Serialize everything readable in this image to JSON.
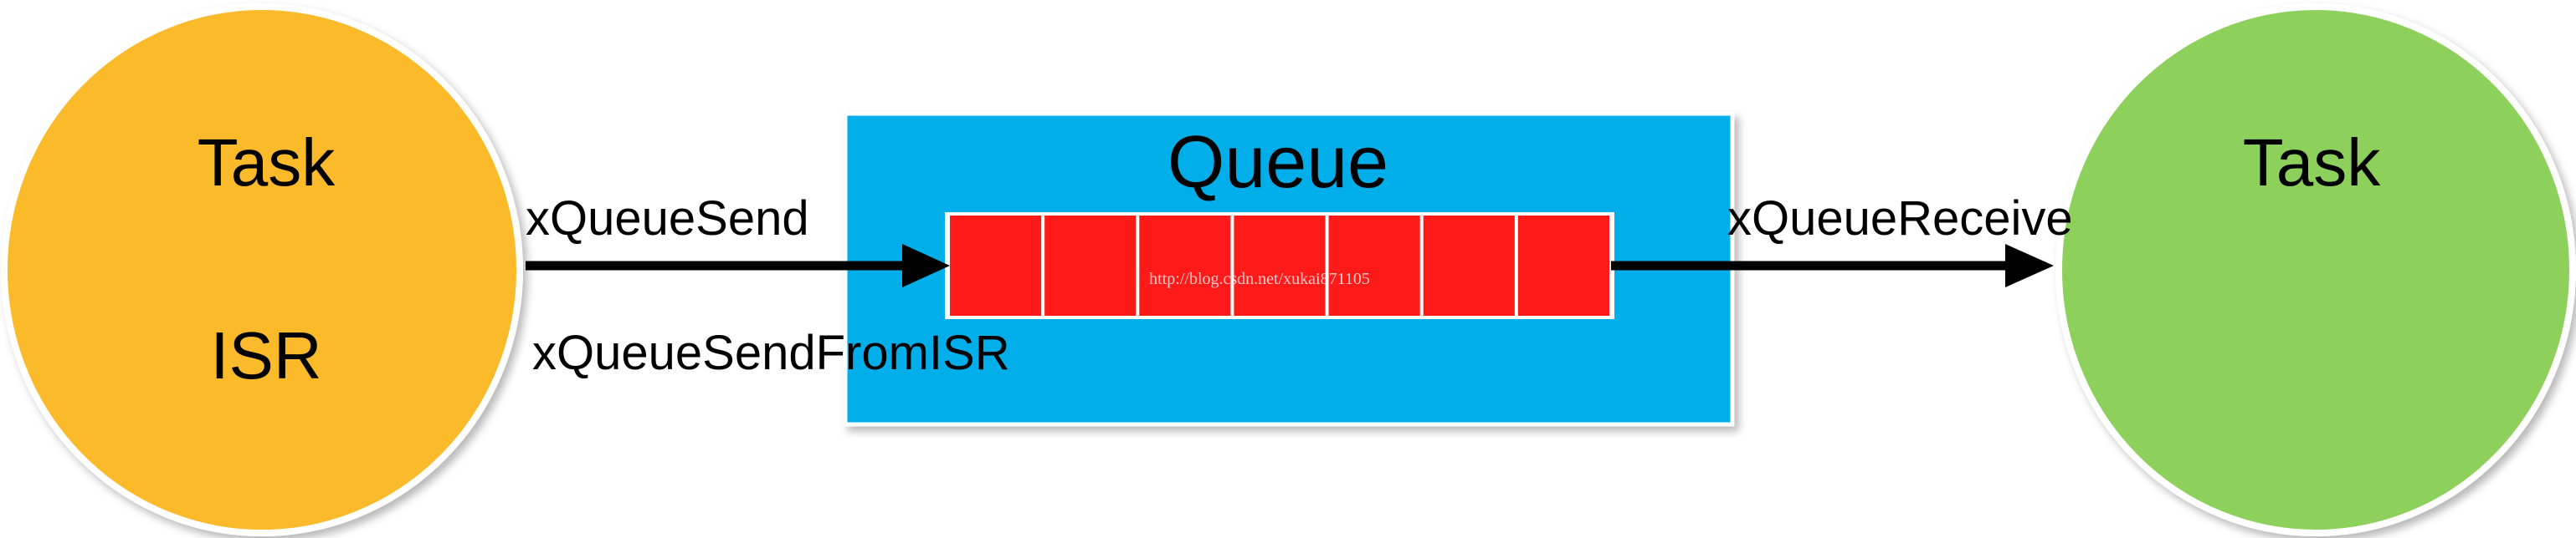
{
  "left_node": {
    "label_top": "Task",
    "label_bottom": "ISR",
    "color": "#FBBA2A"
  },
  "right_node": {
    "label": "Task",
    "color": "#8DD05B"
  },
  "queue": {
    "title": "Queue",
    "box_color": "#00AEEA",
    "slot_color": "#FF1A1A",
    "slot_count": 7
  },
  "arrows": {
    "send_label": "xQueueSend",
    "send_from_isr_label": "xQueueSendFromISR",
    "receive_label": "xQueueReceive"
  },
  "watermark": "http://blog.csdn.net/xukai871105"
}
